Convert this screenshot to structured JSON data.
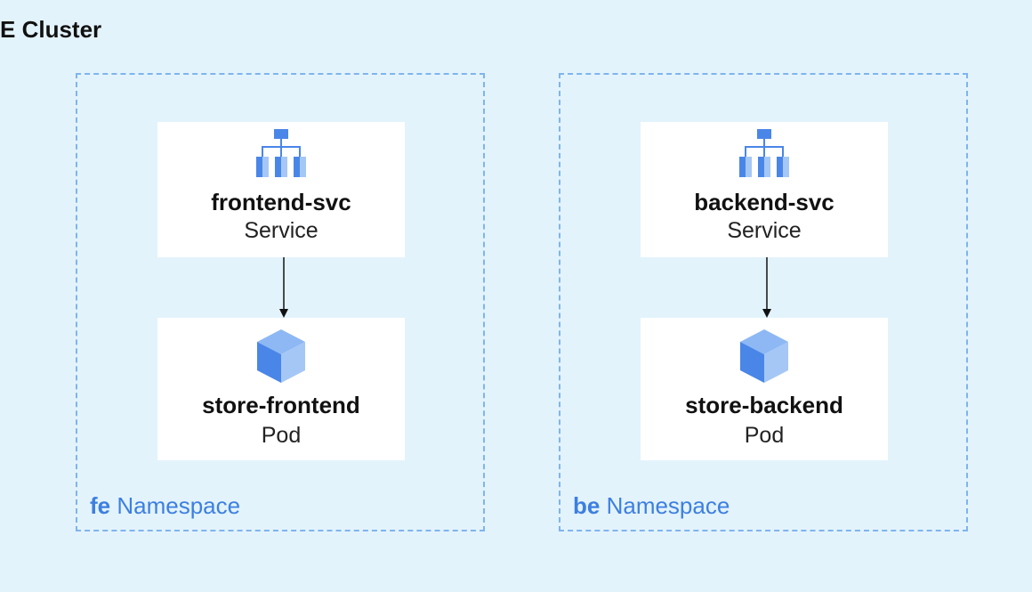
{
  "cluster": {
    "title": "E Cluster"
  },
  "namespaces": [
    {
      "key": "fe",
      "label": "Namespace",
      "service": {
        "name": "frontend-svc",
        "kind": "Service",
        "icon": "service-network-icon"
      },
      "pod": {
        "name": "store-frontend",
        "kind": "Pod",
        "icon": "pod-cube-icon"
      }
    },
    {
      "key": "be",
      "label": "Namespace",
      "service": {
        "name": "backend-svc",
        "kind": "Service",
        "icon": "service-network-icon"
      },
      "pod": {
        "name": "store-backend",
        "kind": "Pod",
        "icon": "pod-cube-icon"
      }
    }
  ],
  "colors": {
    "background": "#e3f3fc",
    "namespace_border": "#7fb4ee",
    "namespace_label": "#3d7fe0",
    "icon_dark": "#4a86e8",
    "icon_light": "#a5c7f6",
    "card": "#ffffff"
  }
}
